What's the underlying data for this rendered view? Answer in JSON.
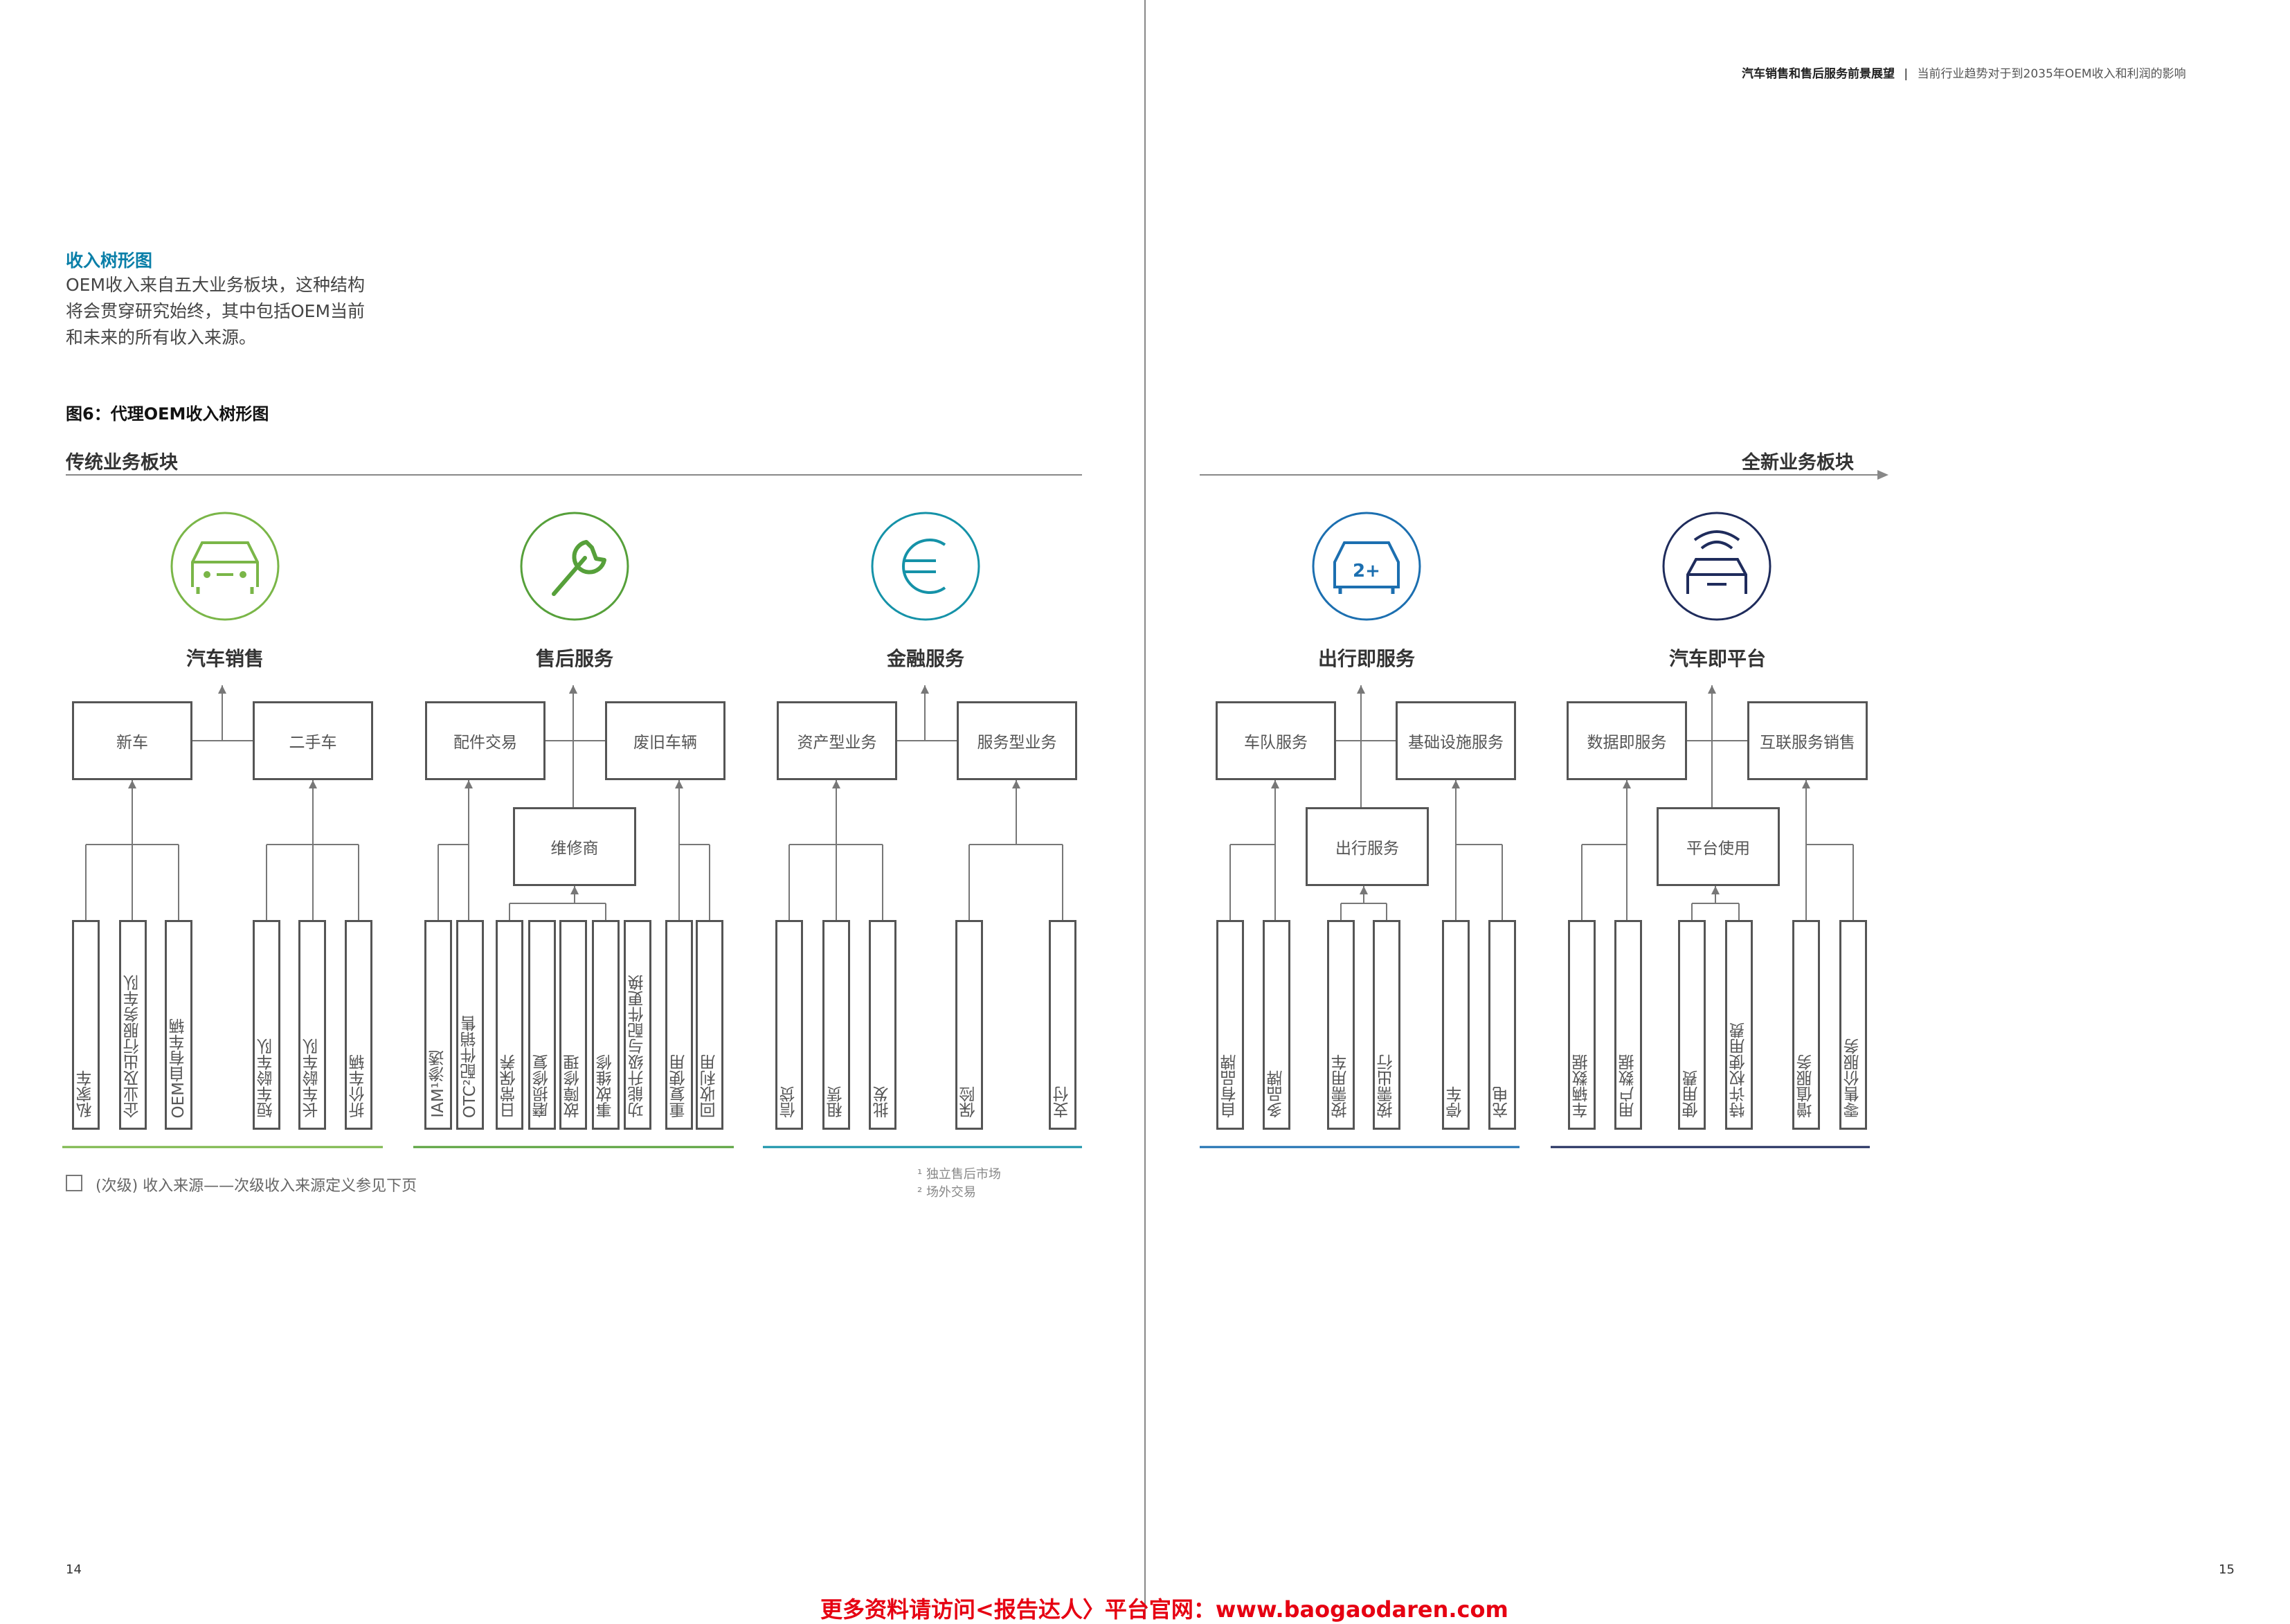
{
  "header": {
    "bold": "汽车销售和售后服务前景展望",
    "sep": "|",
    "normal": "当前行业趋势对于到2035年OEM收入和利润的影响"
  },
  "intro": {
    "title": "收入树形图",
    "lines": [
      "OEM收入来自五大业务板块，这种结构",
      "将会贯穿研究始终，其中包括OEM当前",
      "和未来的所有收入来源。"
    ]
  },
  "figure_title": "图6：代理OEM收入树形图",
  "segments": {
    "traditional": "传统业务板块",
    "new": "全新业务板块"
  },
  "colors": {
    "green": "#7ab648",
    "green_dark": "#56a03a",
    "teal": "#1592a8",
    "blue": "#1c6fb0",
    "navy": "#1f2c5c",
    "line": "#777777"
  },
  "categories": [
    {
      "title": "汽车销售",
      "icon": "car-icon"
    },
    {
      "title": "售后服务",
      "icon": "wrench-icon"
    },
    {
      "title": "金融服务",
      "icon": "euro-icon"
    },
    {
      "title": "出行即服务",
      "icon": "carpool-car-icon"
    },
    {
      "title": "汽车即平台",
      "icon": "connected-car-icon"
    }
  ],
  "level1": [
    "新车",
    "二手车",
    "配件交易",
    "废旧车辆",
    "资产型业务",
    "服务型业务",
    "车队服务",
    "基础设施服务",
    "数据即服务",
    "互联服务销售"
  ],
  "middle": [
    "维修商",
    "出行服务",
    "平台使用"
  ],
  "leaves": [
    "私家车",
    "企业及出行服务车队",
    "OEM自有车辆",
    "短车龄车队",
    "长车龄车队",
    "折价车辆",
    "IAM¹渗透",
    "OTC²配件销售",
    "日常保养",
    "磨损修复",
    "故障修理",
    "事故维修",
    "功能升级与配件更换",
    "重复使用",
    "回收利用",
    "信贷",
    "租赁",
    "批发",
    "保险",
    "支付",
    "自有品牌",
    "多品牌",
    "按需用车",
    "按需出行",
    "停车",
    "充电",
    "车辆数据",
    "用户数据",
    "使用费",
    "特许权使用费",
    "增值服务",
    "零售价服务"
  ],
  "legend": "(次级) 收入来源——次级收入来源定义参见下页",
  "footnotes": [
    "¹ 独立售后市场",
    "² 场外交易"
  ],
  "page_numbers": {
    "left": "14",
    "right": "15"
  },
  "watermark": "更多资料请访问<报告达人〉平台官网：www.baogaodaren.com"
}
